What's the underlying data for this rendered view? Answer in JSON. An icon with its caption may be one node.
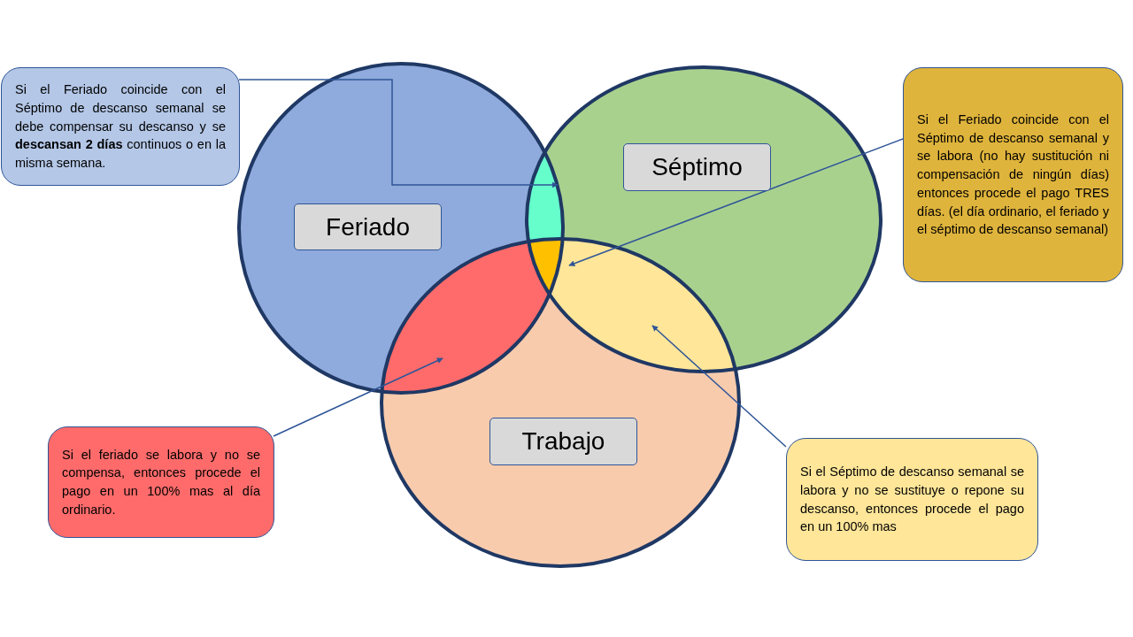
{
  "diagram": {
    "nodes": [
      {
        "text": [
          "Feriado"
        ]
      },
      {
        "text": [
          "Séptimo"
        ]
      },
      {
        "text": [
          "Trabajo"
        ]
      },
      {
        "text": [
          "Si el Feriado coincide con el Séptimo de descanso semanal se debe compensar su descanso y se **descansan 2 días** continuos o en la misma semana."
        ]
      },
      {
        "text": [
          "Si el Feriado coincide con el Séptimo de descanso semanal y se labora (no hay sustitución ni compensación de ningún días) entonces procede el pago TRES días. (el día ordinario, el feriado y el séptimo de descanso semanal)"
        ]
      },
      {
        "text": [
          "Si el feriado se labora y no se compensa, entonces procede el pago en un 100% mas al día ordinario."
        ]
      },
      {
        "text": [
          "Si el Séptimo de descanso semanal se labora y no se sustituye o repone su descanso, entonces procede el pago en un 100% mas"
        ]
      },
      {
        "text": [],
        "shape": "lens"
      },
      {
        "text": [],
        "shape": "lens"
      },
      {
        "text": [],
        "shape": "lens"
      },
      {
        "text": [],
        "shape": "lens"
      }
    ],
    "edges": [
      {
        "from": 3,
        "to": 7,
        "arrow": "to"
      },
      {
        "from": 4,
        "to": 8,
        "arrow": "to"
      },
      {
        "from": 5,
        "to": 9,
        "arrow": "to"
      },
      {
        "from": 6,
        "to": 10,
        "arrow": "to"
      }
    ]
  }
}
